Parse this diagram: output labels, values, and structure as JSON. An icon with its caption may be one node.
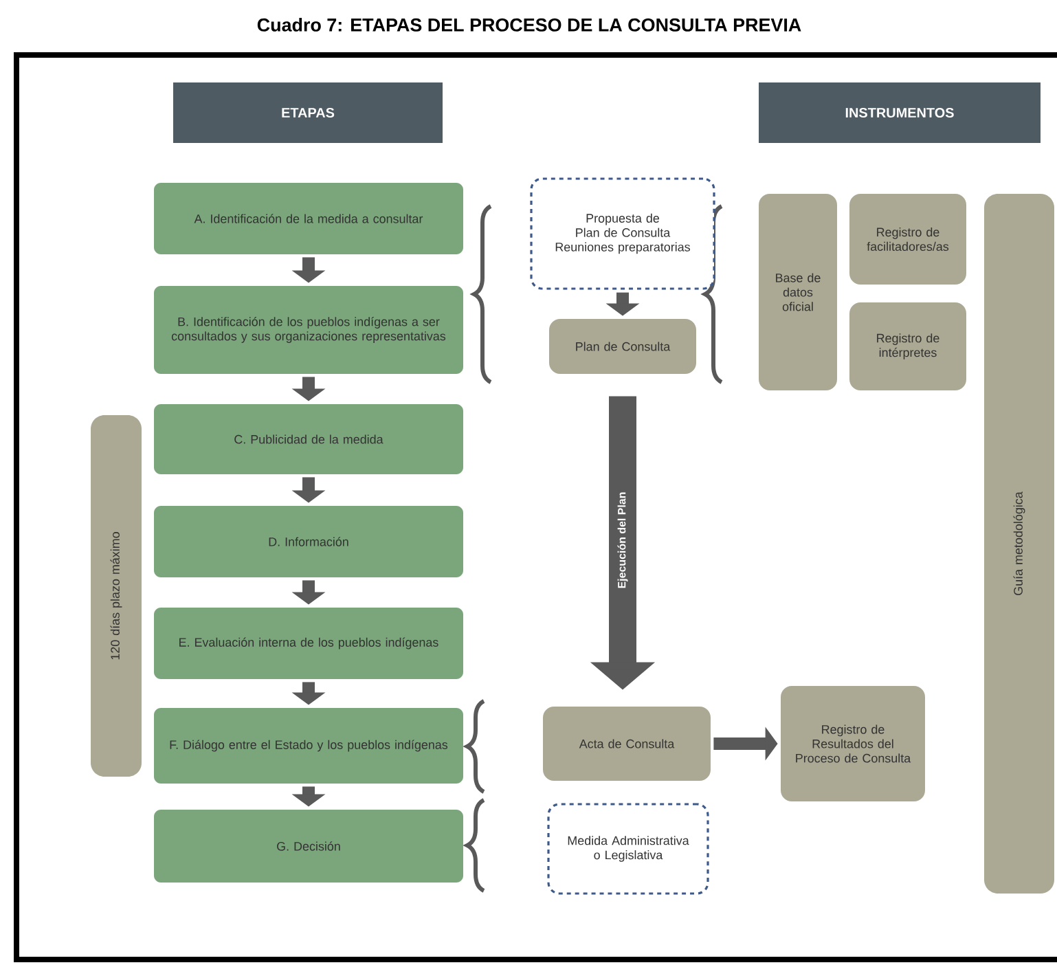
{
  "diagram": {
    "title": "Cuadro 7: ETAPAS DEL PROCESO DE LA CONSULTA PREVIA",
    "nodes": [
      {
        "text": [
          "ETAPAS"
        ]
      },
      {
        "text": [
          "INSTRUMENTOS"
        ]
      },
      {
        "text": [
          "A. Identificación de la medida a consultar"
        ]
      },
      {
        "text": [
          "B. Identificación de los pueblos indígenas a ser consultados y sus organizaciones representativas"
        ]
      },
      {
        "text": [
          "C. Publicidad de la medida"
        ]
      },
      {
        "text": [
          "D. Información"
        ]
      },
      {
        "text": [
          "E. Evaluación interna de los pueblos indígenas"
        ]
      },
      {
        "text": [
          "F. Diálogo entre el Estado y los pueblos indígenas"
        ]
      },
      {
        "text": [
          "G. Decisión"
        ]
      },
      {
        "text": [
          "Propuesta de Plan de Consulta",
          "Reuniones preparatorias"
        ]
      },
      {
        "text": [
          "Plan de Consulta"
        ]
      },
      {
        "text": [
          "Base de datos oficial"
        ]
      },
      {
        "text": [
          "Registro de facilitadores/as"
        ]
      },
      {
        "text": [
          "Registro de intérpretes"
        ]
      },
      {
        "text": [
          "Guía metodológica"
        ]
      },
      {
        "text": [
          "120 días plazo máximo"
        ]
      },
      {
        "text": [
          "Acta de Consulta"
        ]
      },
      {
        "text": [
          "Registro de Resultados del Proceso de Consulta"
        ]
      },
      {
        "text": [
          "Medida Administrativa o Legislativa"
        ]
      }
    ],
    "edges": [
      {
        "from": 2,
        "to": 3,
        "arrow": "to"
      },
      {
        "from": 3,
        "to": 4,
        "arrow": "to"
      },
      {
        "from": 4,
        "to": 5,
        "arrow": "to"
      },
      {
        "from": 5,
        "to": 6,
        "arrow": "to"
      },
      {
        "from": 6,
        "to": 7,
        "arrow": "to"
      },
      {
        "from": 7,
        "to": 8,
        "arrow": "to"
      },
      {
        "from": 9,
        "to": 10,
        "arrow": "to"
      },
      {
        "from": 10,
        "to": 16,
        "arrow": "to",
        "label": "Ejecución del Plan",
        "style": "thick"
      },
      {
        "from": 16,
        "to": 17,
        "arrow": "to"
      }
    ]
  }
}
